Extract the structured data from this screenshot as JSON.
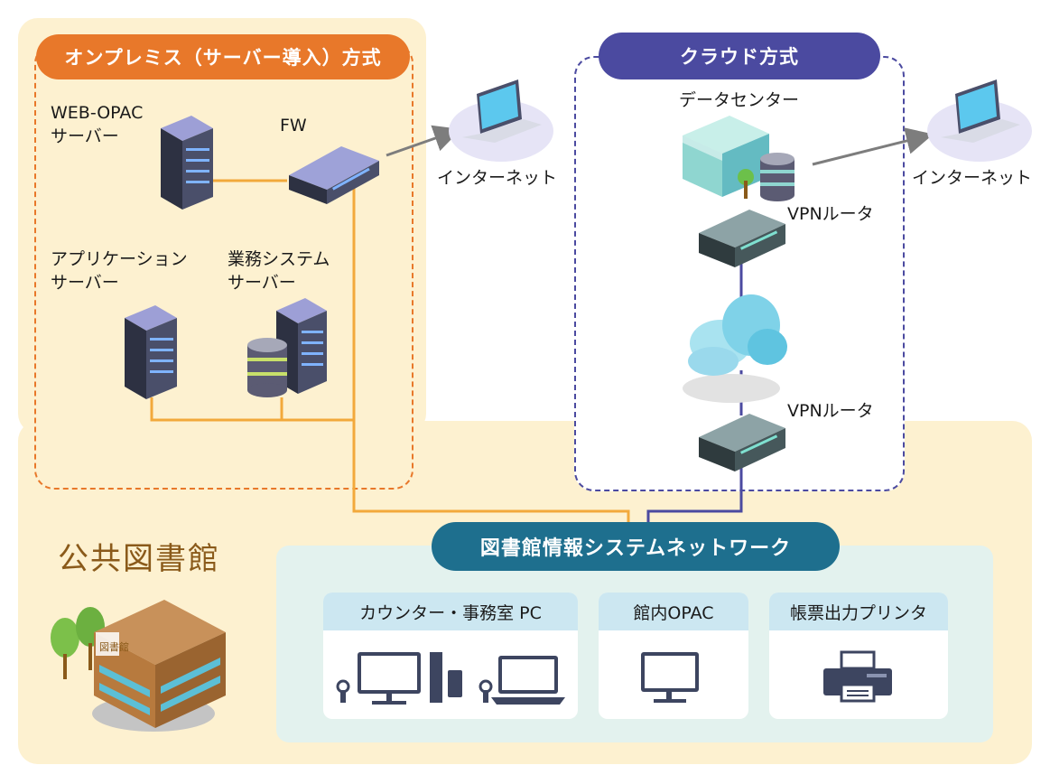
{
  "onprem": {
    "title": "オンプレミス（サーバー導入）方式",
    "web_opac_label_l1": "WEB-OPAC",
    "web_opac_label_l2": "サーバー",
    "fw_label": "FW",
    "app_server_l1": "アプリケーション",
    "app_server_l2": "サーバー",
    "business_server_l1": "業務システム",
    "business_server_l2": "サーバー",
    "internet_label": "インターネット"
  },
  "cloud": {
    "title": "クラウド方式",
    "datacenter_label": "データセンター",
    "vpn_router_top": "VPNルータ",
    "vpn_router_bottom": "VPNルータ",
    "internet_label": "インターネット"
  },
  "library": {
    "name": "公共図書館",
    "sign": "図書館"
  },
  "network": {
    "title": "図書館情報システムネットワーク",
    "cards": [
      {
        "label": "カウンター・事務室 PC"
      },
      {
        "label": "館内OPAC"
      },
      {
        "label": "帳票出力プリンタ"
      }
    ]
  },
  "colors": {
    "onprem_accent": "#e8782a",
    "cloud_accent": "#4b4aa0",
    "network_accent": "#1e6f8e",
    "line_orange": "#f2a93b",
    "background": "#fdf1d0"
  }
}
